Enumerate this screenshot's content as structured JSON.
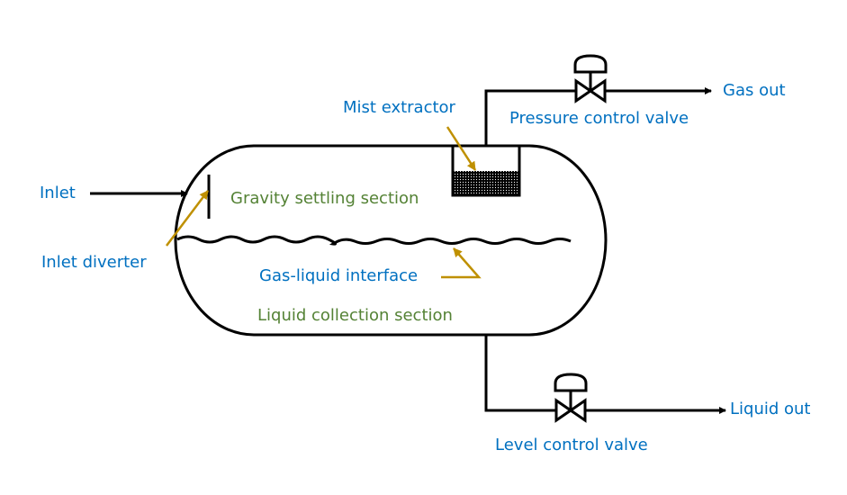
{
  "labels": {
    "inlet": "Inlet",
    "inlet_diverter": "Inlet diverter",
    "gravity_settling": "Gravity settling section",
    "mist_extractor": "Mist extractor",
    "pressure_control_valve": "Pressure control valve",
    "gas_out": "Gas out",
    "gas_liquid_interface": "Gas-liquid interface",
    "liquid_collection": "Liquid collection section",
    "level_control_valve": "Level control valve",
    "liquid_out": "Liquid out"
  },
  "colors": {
    "label_blue": "#0070C0",
    "section_green": "#548235",
    "pointer_gold": "#BF9000",
    "line": "#000000"
  }
}
